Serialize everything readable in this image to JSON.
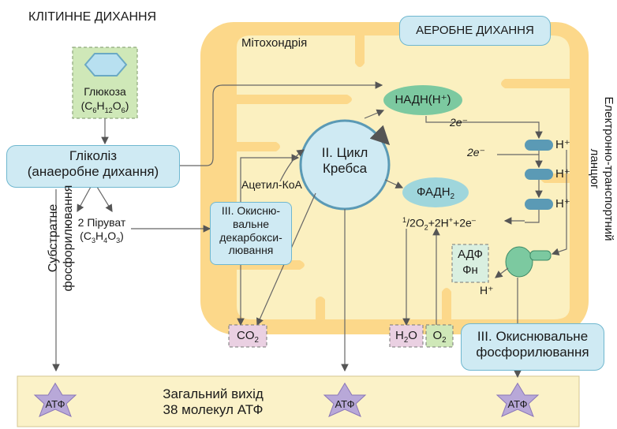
{
  "title": "КЛІТИННЕ ДИХАННЯ",
  "aerobic_label": "АЕРОБНЕ ДИХАННЯ",
  "mitochondria_label": "Мітохондрія",
  "glucose": {
    "name": "Глюкоза",
    "formula_parts": [
      "(C",
      "6",
      "H",
      "12",
      "O",
      "6",
      ")"
    ]
  },
  "glycolysis": {
    "line1": "Гліколіз",
    "line2": "(анаеробне дихання)"
  },
  "pyruvate": {
    "line1": "2 Піруват",
    "formula_parts": [
      "(C",
      "3",
      "H",
      "4",
      "O",
      "3",
      ")"
    ]
  },
  "oxidative_decarboxylation": {
    "line1": "ІІІ. Окисню-",
    "line2": "вальне",
    "line3": "декарбокси-",
    "line4": "лювання"
  },
  "acetyl_coa": "Ацетил-КоА",
  "krebs": {
    "line1": "ІІ. Цикл",
    "line2": "Кребса"
  },
  "nadh": "НАДН(Н⁺)",
  "fadh": {
    "main": "ФАДН",
    "sub": "2"
  },
  "electrons": "2e⁻",
  "protons": [
    "Н⁺",
    "Н⁺",
    "Н⁺"
  ],
  "oxygen_reaction": {
    "p1": "1",
    "p2": "/2O",
    "p3": "2",
    "p4": "+2H",
    "p5": "+",
    "p6": "+2e",
    "p7": "–"
  },
  "adp": "АДФ",
  "fn": "Фн",
  "h_plus": "Н⁺",
  "co2": {
    "main": "CO",
    "sub": "2"
  },
  "h2o": {
    "a": "H",
    "sub": "2",
    "b": "O"
  },
  "o2": {
    "main": "O",
    "sub": "2"
  },
  "etc_label_line1": "Електронно-транспортний",
  "etc_label_line2": "ланцюг",
  "substrate_phosphorylation_line1": "Субстратне",
  "substrate_phosphorylation_line2": "фосфорилювання",
  "oxidative_phosphorylation": {
    "line1": "ІІІ. Окиснювальне",
    "line2": "фосфорилювання"
  },
  "total_output": {
    "line1": "Загальний вихід",
    "line2": "38 молекул АТФ"
  },
  "atp": "АТФ",
  "colors": {
    "mito_fill": "#fcd88a",
    "mito_inner": "#fbf0c0",
    "blue_box": "#cfeaf3",
    "green": "#7cc9a0",
    "teal": "#5b9ab5",
    "pink": "#ead0e2",
    "atp_star": "#b8a8d8",
    "bottom_bar": "#fbf2c8"
  }
}
